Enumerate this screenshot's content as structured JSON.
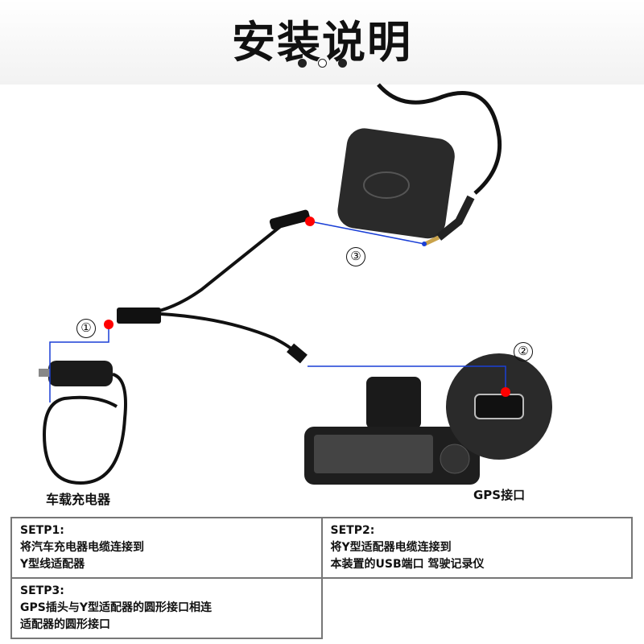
{
  "header": {
    "title": "安装说明"
  },
  "labels": {
    "charger": "车载充电器",
    "gps_port": "GPS接口",
    "step_marks": [
      "①",
      "②",
      "③"
    ]
  },
  "colors": {
    "marker": "#ff0000",
    "line": "#1a3fd6"
  },
  "steps": [
    {
      "title": "SETP1:",
      "lines": [
        "将汽车充电器电缆连接到",
        "Y型线适配器"
      ]
    },
    {
      "title": "SETP2:",
      "lines": [
        "将Y型适配器电缆连接到",
        "本装置的USB端口 驾驶记录仪"
      ]
    },
    {
      "title": "SETP3:",
      "lines": [
        "GPS插头与Y型适配器的圆形接口相连",
        "适配器的圆形接口"
      ]
    }
  ]
}
